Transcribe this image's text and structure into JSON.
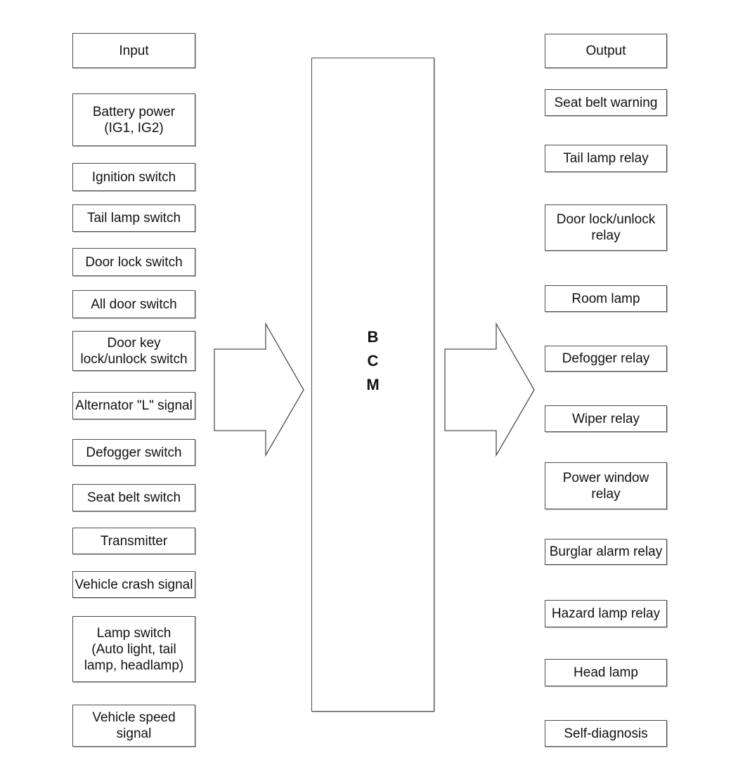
{
  "diagram_title": "BCM input/output block diagram",
  "colors": {
    "background": "#ffffff",
    "box_border": "#4d4d4d",
    "box_shadow": "#b8b8b8",
    "text": "#111111"
  },
  "bcm": {
    "label": "B\nC\nM"
  },
  "left_column": {
    "boxes": [
      {
        "label": "Input"
      },
      {
        "label": "Battery power\n(IG1, IG2)"
      },
      {
        "label": "Ignition switch"
      },
      {
        "label": "Tail lamp switch"
      },
      {
        "label": "Door lock switch"
      },
      {
        "label": "All door switch"
      },
      {
        "label": "Door key\nlock/unlock switch"
      },
      {
        "label": "Alternator \"L\" signal"
      },
      {
        "label": "Defogger switch"
      },
      {
        "label": "Seat belt switch"
      },
      {
        "label": "Transmitter"
      },
      {
        "label": "Vehicle crash signal"
      },
      {
        "label": "Lamp switch\n(Auto light, tail\nlamp, headlamp)"
      },
      {
        "label": "Vehicle speed\nsignal"
      }
    ]
  },
  "right_column": {
    "boxes": [
      {
        "label": "Output"
      },
      {
        "label": "Seat belt warning"
      },
      {
        "label": "Tail lamp relay"
      },
      {
        "label": "Door lock/unlock\nrelay"
      },
      {
        "label": "Room lamp"
      },
      {
        "label": "Defogger relay"
      },
      {
        "label": "Wiper relay"
      },
      {
        "label": "Power window\nrelay"
      },
      {
        "label": "Burglar alarm relay"
      },
      {
        "label": "Hazard lamp relay"
      },
      {
        "label": "Head lamp"
      },
      {
        "label": "Self-diagnosis"
      }
    ]
  }
}
